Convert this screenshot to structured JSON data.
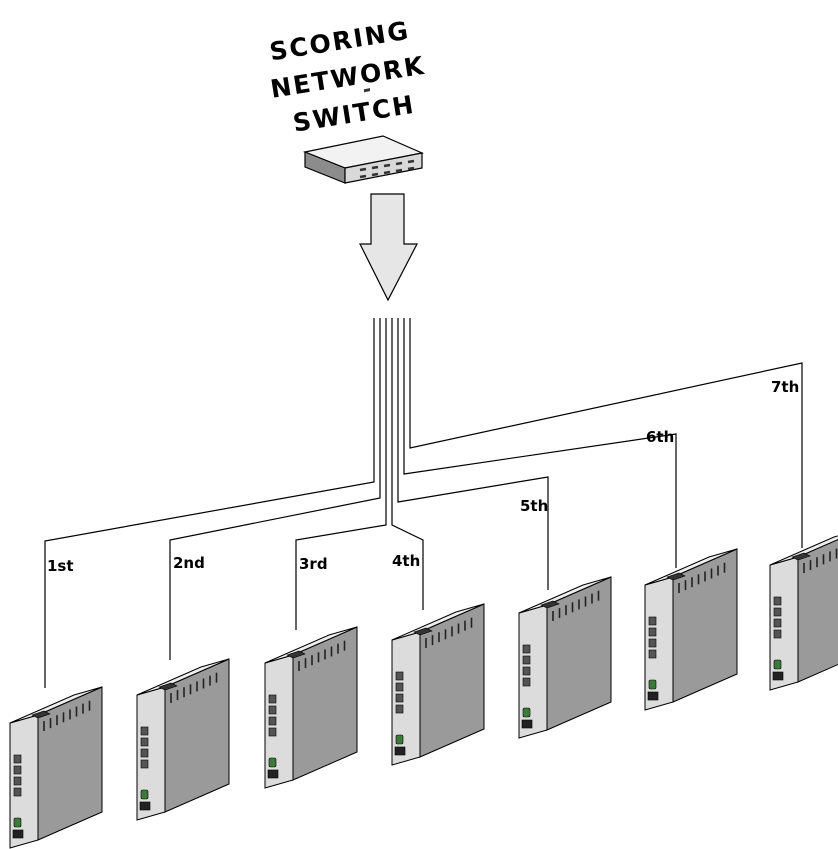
{
  "title": {
    "line1": "SCORING",
    "line2": "NETWORK",
    "line3": "SWITCH"
  },
  "nodes": [
    {
      "label": "1st"
    },
    {
      "label": "2nd"
    },
    {
      "label": "3rd"
    },
    {
      "label": "4th"
    },
    {
      "label": "5th"
    },
    {
      "label": "6th"
    },
    {
      "label": "7th"
    }
  ],
  "colors": {
    "device_front": "#dcdcdc",
    "device_side": "#9a9a9a",
    "device_top": "#eeeeee",
    "port_led": "#3c7a3c",
    "arrow_fill": "#e6e6e6",
    "line": "#000000"
  }
}
